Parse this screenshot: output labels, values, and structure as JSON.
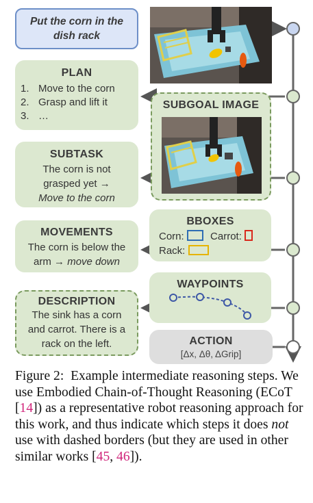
{
  "task": {
    "text": "Put the corn in the dish rack"
  },
  "plan": {
    "title": "PLAN",
    "items": [
      {
        "num": "1.",
        "text": "Move to the corn"
      },
      {
        "num": "2.",
        "text": "Grasp and lift it"
      },
      {
        "num": "3.",
        "text": "…"
      }
    ]
  },
  "subgoal": {
    "title": "SUBGOAL IMAGE"
  },
  "subtask": {
    "title": "SUBTASK",
    "line1": "The corn is not",
    "line2": "grasped yet →",
    "line3": "Move to the corn"
  },
  "movements": {
    "title": "MOVEMENTS",
    "line1": "The corn is below the",
    "line2a": "arm → ",
    "line2b": "move down"
  },
  "bboxes": {
    "title": "BBOXES",
    "corn": "Corn:",
    "carrot": "Carrot:",
    "rack": "Rack:"
  },
  "waypoints": {
    "title": "WAYPOINTS"
  },
  "description": {
    "title": "DESCRIPTION",
    "line1": "The sink has a corn",
    "line2": "and carrot. There is a",
    "line3": "rack on the left."
  },
  "action": {
    "title": "ACTION",
    "sub": "[Δx, Δθ, ΔGrip]"
  },
  "caption": {
    "label": "Figure 2:",
    "p1": "Example intermediate reasoning steps. We use Embodied Chain-of-Thought Reasoning (ECoT [",
    "c1": "14",
    "p2": "]) as a representative robot reasoning approach for this work, and thus indicate which steps it does ",
    "not": "not",
    "p3": " use with dashed borders (but they are used in other similar works [",
    "c2": "45",
    "sep": ", ",
    "c3": "46",
    "p4": "])."
  },
  "colors": {
    "green_fill": "#dce8d0",
    "task_fill": "#dde6f8",
    "task_border": "#6d8fc8",
    "corn_box": "#2e6db4",
    "carrot_box": "#d9281c",
    "rack_box": "#e6b400",
    "node_top": "#c9d6f0",
    "node": "#dbe9cf"
  }
}
